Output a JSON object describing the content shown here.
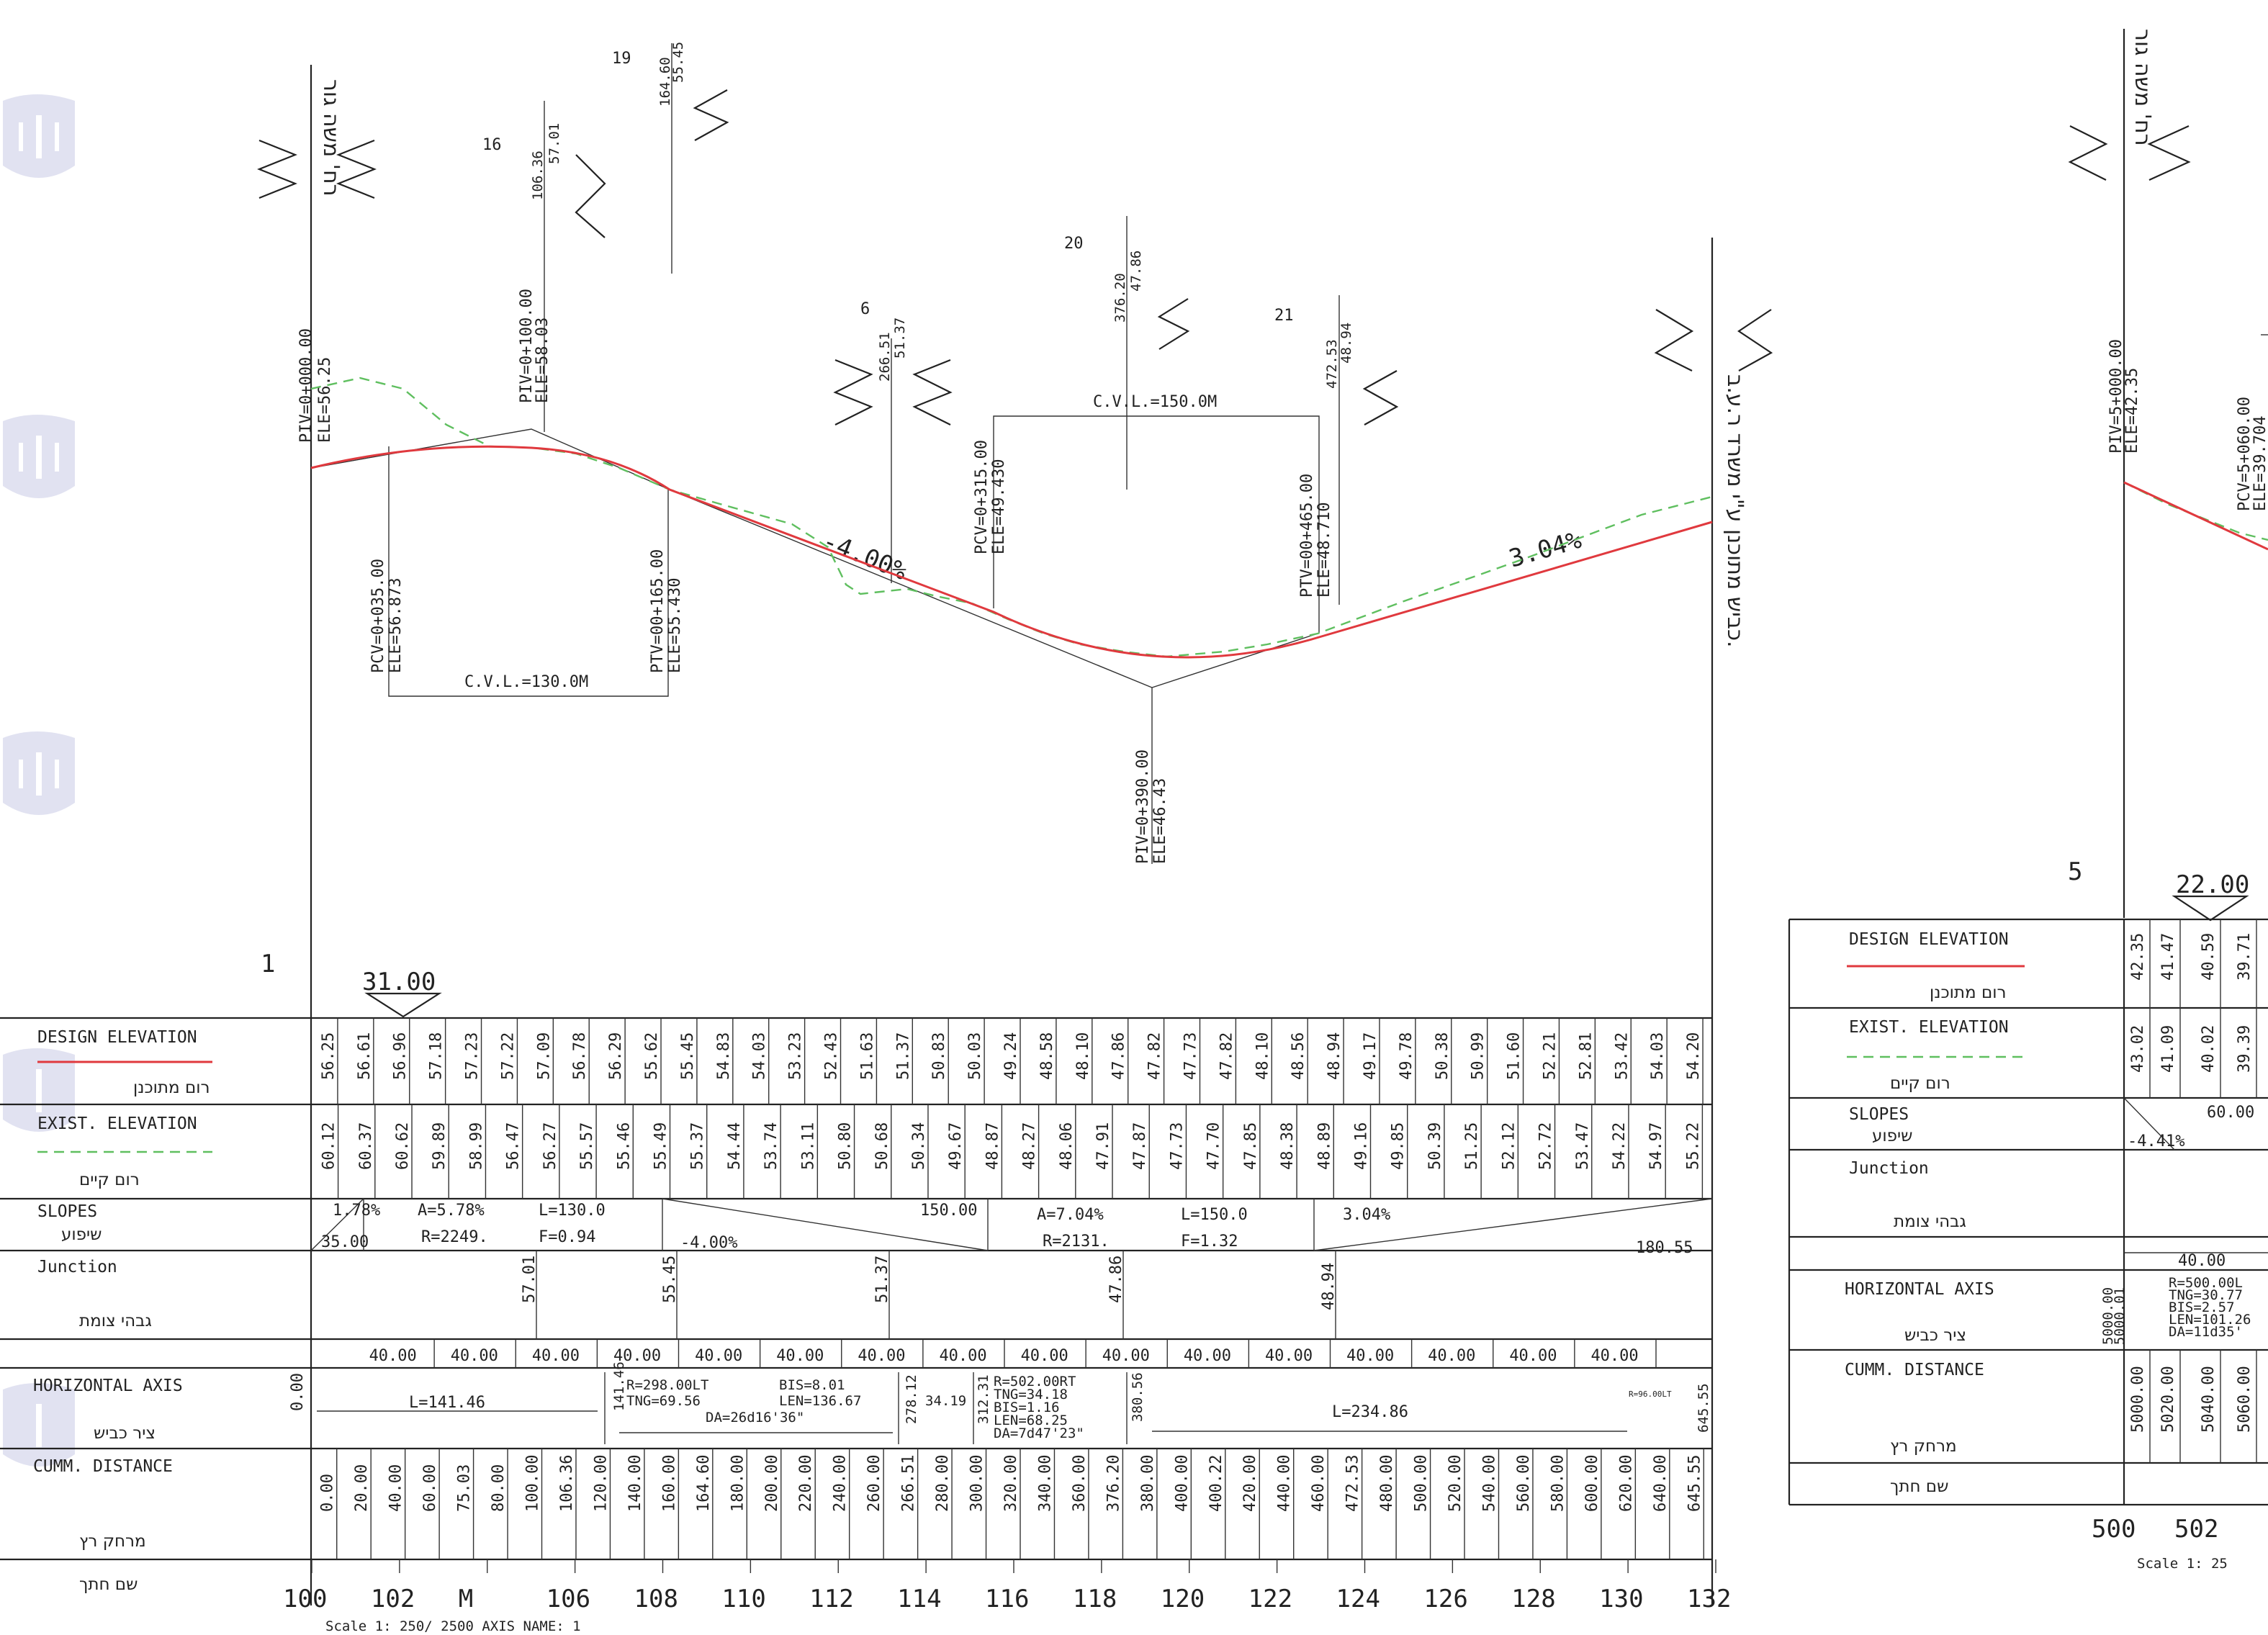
{
  "emblems": [
    "emblem-icon",
    "emblem-icon",
    "emblem-icon",
    "emblem-icon",
    "emblem-icon"
  ],
  "profile1": {
    "start_road_label": "רח' משה גור",
    "end_road_label": "כביש מתוכנן ע\"י משרד ר.ע.ב.",
    "sheet_number": "1",
    "marker_value": "31.00",
    "points": [
      {
        "num": "",
        "station": "PIV=0+000.00",
        "elev": "ELE=56.25"
      },
      {
        "num": "16",
        "station": "106.36",
        "elev": "57.01"
      },
      {
        "num": "19",
        "station": "164.60",
        "elev": "55.45"
      },
      {
        "num": "6",
        "station": "266.51",
        "elev": "51.37"
      },
      {
        "num": "20",
        "station": "376.20",
        "elev": "47.86"
      },
      {
        "num": "21",
        "station": "472.53",
        "elev": "48.94"
      }
    ],
    "vertical_labels": [
      {
        "t1": "PIV=0+100.00",
        "t2": "ELE=58.03"
      },
      {
        "t1": "PCV=0+035.00",
        "t2": "ELE=56.873"
      },
      {
        "t1": "PTV=00+165.00",
        "t2": "ELE=55.430"
      },
      {
        "t1": "PCV=0+315.00",
        "t2": "ELE=49.430"
      },
      {
        "t1": "PTV=00+465.00",
        "t2": "ELE=48.710"
      },
      {
        "t1": "PIV=0+390.00",
        "t2": "ELE=46.43"
      }
    ],
    "cvl_labels": [
      "C.V.L.=130.0M",
      "C.V.L.=150.0M"
    ],
    "slope_labels": [
      "-4.00%",
      "3.04%"
    ],
    "row_labels": {
      "design": "DESIGN ELEVATION",
      "design_heb": "רום מתוכנן",
      "exist": "EXIST. ELEVATION",
      "exist_heb": "רום קיים",
      "slopes": "SLOPES",
      "slopes_heb": "שיפוע",
      "junction": "Junction",
      "junction_heb": "גבהי צומת",
      "axis": "HORIZONTAL AXIS",
      "axis_heb": "ציר כביש",
      "cumm": "CUMM.   DISTANCE",
      "cumm_heb": "מרחק רץ",
      "name_heb": "שם חתך"
    },
    "design_elev": [
      "56.25",
      "56.61",
      "56.96",
      "57.18",
      "57.23",
      "57.22",
      "57.09",
      "56.78",
      "56.29",
      "55.62",
      "55.45",
      "54.83",
      "54.03",
      "53.23",
      "52.43",
      "51.63",
      "51.37",
      "50.83",
      "50.03",
      "49.24",
      "48.58",
      "48.10",
      "47.86",
      "47.82",
      "47.73",
      "47.82",
      "48.10",
      "48.56",
      "48.94",
      "49.17",
      "49.78",
      "50.38",
      "50.99",
      "51.60",
      "52.21",
      "52.81",
      "53.42",
      "54.03",
      "54.20"
    ],
    "exist_elev": [
      "60.12",
      "60.37",
      "60.62",
      "59.89",
      "58.99",
      "56.47",
      "56.27",
      "55.57",
      "55.46",
      "55.49",
      "55.37",
      "54.44",
      "53.74",
      "53.11",
      "50.80",
      "50.68",
      "50.34",
      "49.67",
      "48.87",
      "48.27",
      "48.06",
      "47.91",
      "47.87",
      "47.73",
      "47.70",
      "47.85",
      "48.38",
      "48.89",
      "49.16",
      "49.85",
      "50.39",
      "51.25",
      "52.12",
      "52.72",
      "53.47",
      "54.22",
      "54.97",
      "55.22"
    ],
    "slopes_text": {
      "s1": "1.78%",
      "s1b": "35.00",
      "a1": "A=5.78%",
      "r1": "R=2249.",
      "l1": "L=130.0",
      "f1": "F=0.94",
      "mid": "-4.00%",
      "len150": "150.00",
      "a2": "A=7.04%",
      "r2": "R=2131.",
      "l2": "L=150.0",
      "f2": "F=1.32",
      "s3": "3.04%",
      "len180": "180.55"
    },
    "junction_values": [
      "57.01",
      "55.45",
      "51.37",
      "47.86",
      "48.94"
    ],
    "spacing": [
      "40.00",
      "40.00",
      "40.00",
      "40.00",
      "40.00",
      "40.00",
      "40.00",
      "40.00",
      "40.00",
      "40.00",
      "40.00",
      "40.00",
      "40.00",
      "40.00",
      "40.00",
      "40.00"
    ],
    "axis_texts": {
      "zero": "0.00",
      "l1": "L=141.46",
      "v1": "141.46",
      "c1a": "R=298.00LT",
      "c1b": "TNG=69.56",
      "c1c": "BIS=8.01",
      "c1d": "LEN=136.67",
      "c1e": "DA=26d16'36\"",
      "v2": "278.12",
      "v3": "34.19",
      "v4": "312.31",
      "c2a": "R=502.00RT",
      "c2b": "TNG=34.18",
      "c2c": "BIS=1.16",
      "c2d": "LEN=68.25",
      "c2e": "DA=7d47'23\"",
      "v5": "380.56",
      "l2": "L=234.86",
      "c3": "R=96.00LT",
      "v6": "645.55"
    },
    "cumm": [
      "0.00",
      "20.00",
      "40.00",
      "60.00",
      "75.03",
      "80.00",
      "100.00",
      "106.36",
      "120.00",
      "140.00",
      "160.00",
      "164.60",
      "180.00",
      "200.00",
      "220.00",
      "240.00",
      "260.00",
      "266.51",
      "280.00",
      "300.00",
      "320.00",
      "340.00",
      "360.00",
      "376.20",
      "380.00",
      "400.00",
      "400.22",
      "420.00",
      "440.00",
      "460.00",
      "472.53",
      "480.00",
      "500.00",
      "520.00",
      "540.00",
      "560.00",
      "580.00",
      "600.00",
      "620.00",
      "640.00",
      "645.55"
    ],
    "names": [
      "100",
      "102",
      "M",
      "106",
      "108",
      "110",
      "112",
      "114",
      "116",
      "118",
      "120",
      "122",
      "124",
      "126",
      "128",
      "130",
      "132"
    ],
    "scale_text": "Scale  1:   250/  2500 AXIS NAME:   1"
  },
  "profile2": {
    "road_label": "רח' משה גור",
    "sheet_number": "5",
    "marker_value": "22.00",
    "piv": "PIV=5+000.00",
    "piv_ele": "ELE=42.35",
    "pcv": "PCV=5+060.00",
    "pcv_ele": "ELE=39.704",
    "design_elev": [
      "42.35",
      "41.47",
      "40.59",
      "39.71"
    ],
    "exist_elev": [
      "43.02",
      "41.09",
      "40.02",
      "39.39"
    ],
    "slope_pct": "-4.41%",
    "slope_len": "60.00",
    "spacing": "40.00",
    "axis_values": [
      "5000.00",
      "5000.01"
    ],
    "axis_curve": [
      "R=500.00L",
      "TNG=30.77",
      "BIS=2.57",
      "LEN=101.26",
      "DA=11d35'"
    ],
    "cumm": [
      "5000.00",
      "5020.00",
      "5040.00",
      "5060.00"
    ],
    "names": [
      "500",
      "502"
    ],
    "scale_text": "Scale  1:   25"
  }
}
